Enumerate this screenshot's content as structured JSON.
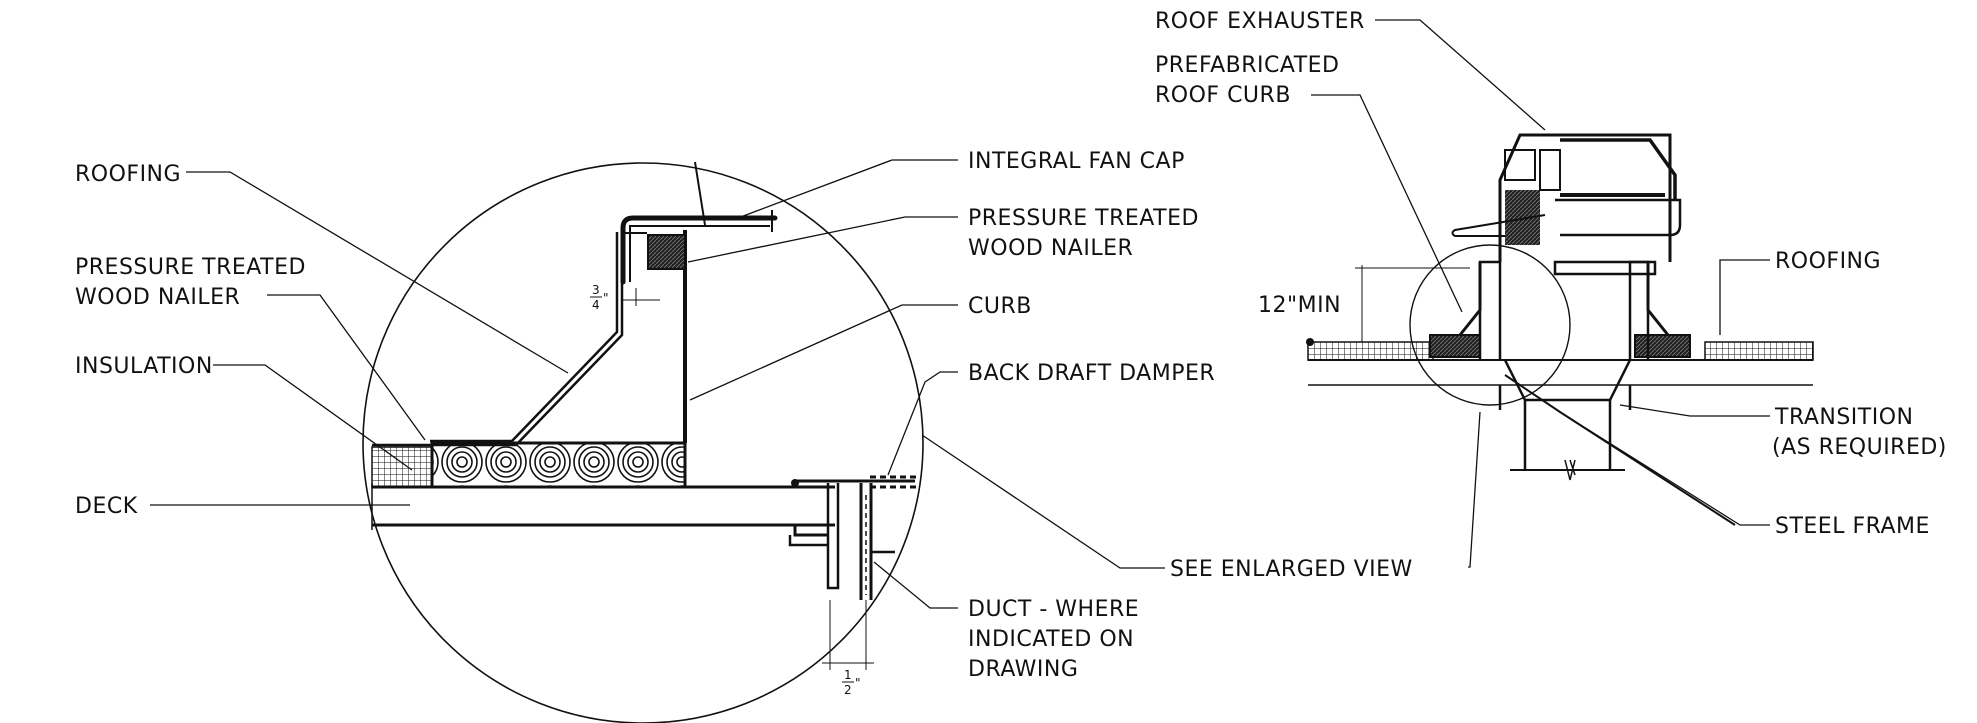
{
  "detail_labels": {
    "roofing": "ROOFING",
    "nailer_left_1": "PRESSURE TREATED",
    "nailer_left_2": "WOOD NAILER",
    "insulation": "INSULATION",
    "deck": "DECK",
    "fan_cap": "INTEGRAL FAN CAP",
    "nailer_right_1": "PRESSURE TREATED",
    "nailer_right_2": "WOOD NAILER",
    "curb": "CURB",
    "damper": "BACK DRAFT DAMPER",
    "duct_1": "DUCT - WHERE",
    "duct_2": "INDICATED ON",
    "duct_3": "DRAWING"
  },
  "dimensions": {
    "three_quarter_num": "3",
    "three_quarter_den": "4",
    "three_quarter_mark": "\"",
    "half_num": "1",
    "half_den": "2",
    "half_mark": "\"",
    "twelve_min": "12\"MIN"
  },
  "overview_labels": {
    "roof_exhauster": "ROOF EXHAUSTER",
    "prefab_1": "PREFABRICATED",
    "prefab_2": "ROOF CURB",
    "roofing": "ROOFING",
    "transition_1": "TRANSITION",
    "transition_2": "(AS REQUIRED)",
    "steel_frame": "STEEL FRAME",
    "see_enlarged": "SEE ENLARGED VIEW"
  },
  "colors": {
    "line": "#111111",
    "background": "#ffffff"
  }
}
